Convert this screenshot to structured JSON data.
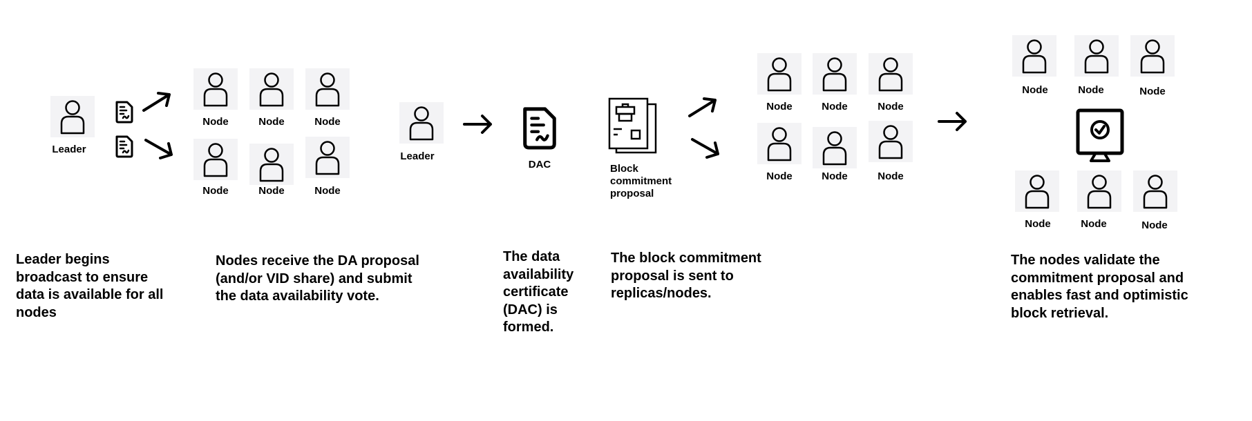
{
  "step1": {
    "leader_label": "Leader",
    "description": "Leader begins broadcast to ensure data is available for all nodes"
  },
  "step2": {
    "node_labels": [
      "Node",
      "Node",
      "Node",
      "Node",
      "Node",
      "Node"
    ],
    "description": "Nodes receive the DA proposal (and/or VID share) and submit the data availability vote."
  },
  "step3": {
    "leader_label": "Leader",
    "dac_label": "DAC",
    "description": "The data availability certificate (DAC) is formed."
  },
  "step4": {
    "block_label": "Block commitment proposal",
    "node_labels": [
      "Node",
      "Node",
      "Node",
      "Node",
      "Node",
      "Node"
    ],
    "description": "The block commitment proposal is sent to replicas/nodes."
  },
  "step5": {
    "node_labels": [
      "Node",
      "Node",
      "Node",
      "Node",
      "Node",
      "Node"
    ],
    "description": "The nodes validate the commitment proposal  and enables fast and optimistic block retrieval."
  },
  "colors": {
    "icon_bg": "#f3f3f5",
    "stroke": "#000000"
  }
}
